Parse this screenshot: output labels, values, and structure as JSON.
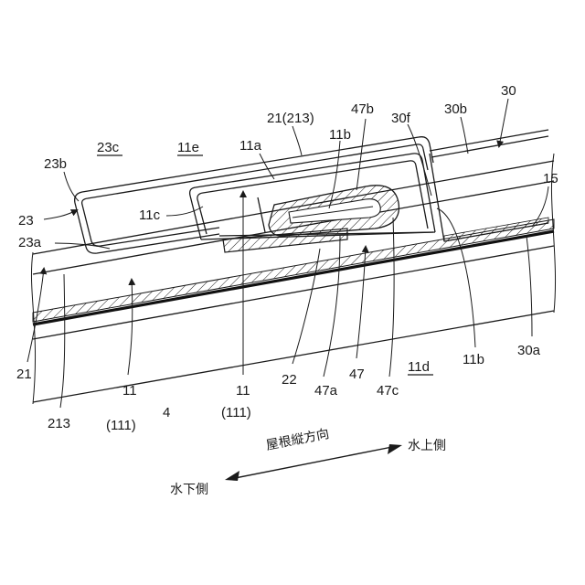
{
  "labels": {
    "l30": "30",
    "l30b": "30b",
    "l30f": "30f",
    "l47b": "47b",
    "l21_213": "21(213)",
    "l11b_top": "11b",
    "l11a": "11a",
    "l11e": "11e",
    "l23c": "23c",
    "l23b": "23b",
    "l15": "15",
    "l11c": "11c",
    "l23": "23",
    "l23a": "23a",
    "l21": "21",
    "l213": "213",
    "l11_left": "11",
    "l111_left": "(111)",
    "l4": "4",
    "l11_mid": "11",
    "l111_mid": "(111)",
    "l22": "22",
    "l47a": "47a",
    "l47": "47",
    "l47c": "47c",
    "l11d": "11d",
    "l11b_bottom": "11b",
    "l30a": "30a"
  },
  "direction": {
    "axis_label": "屋根縦方向",
    "upper_side": "水上側",
    "lower_side": "水下側"
  }
}
